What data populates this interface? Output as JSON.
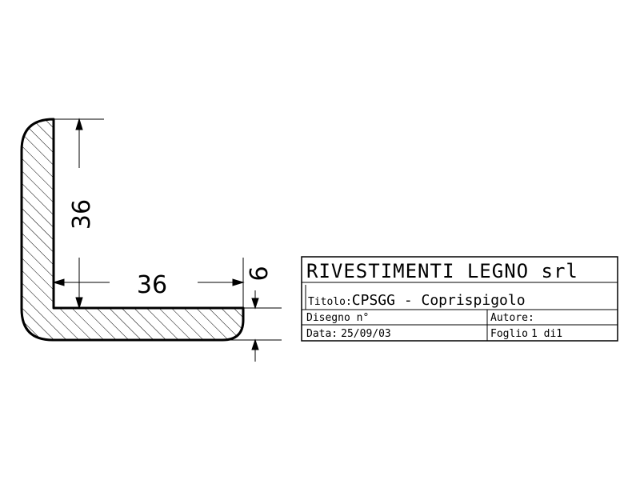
{
  "drawing": {
    "dimensions": {
      "vertical_leg": "36",
      "horizontal_leg": "36",
      "thickness": "6"
    }
  },
  "title_block": {
    "company": "RIVESTIMENTI LEGNO srl",
    "title_label": "Titolo:",
    "title_value": "CPSGG - Coprispigolo",
    "drawing_no_label": "Disegno n°",
    "author_label": "Autore:",
    "date_label": "Data:",
    "date_value": "25/09/03",
    "sheet_label": "Foglio",
    "sheet_value": "1 di1"
  }
}
